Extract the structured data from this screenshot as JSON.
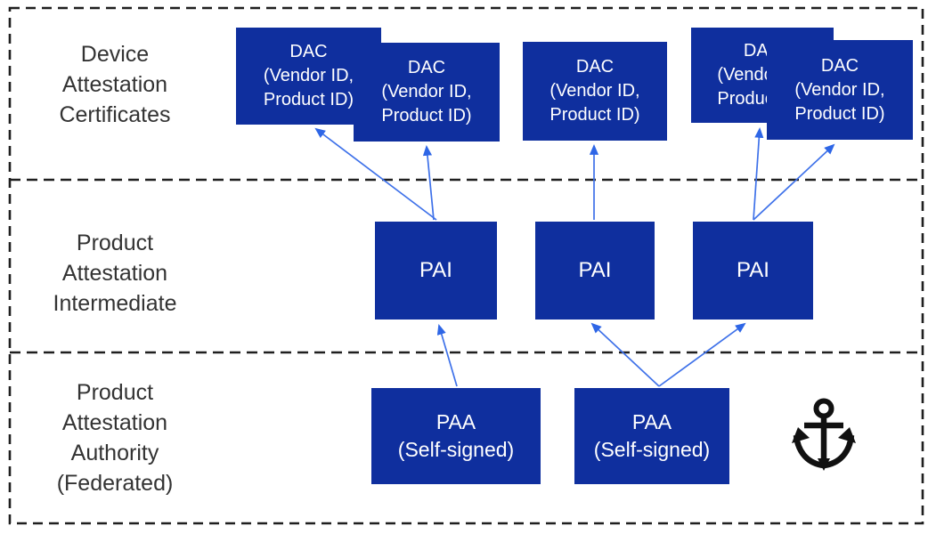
{
  "rows": [
    {
      "label_lines": [
        "Device",
        "Attestation",
        "Certificates"
      ]
    },
    {
      "label_lines": [
        "Product",
        "Attestation",
        "Intermediate"
      ]
    },
    {
      "label_lines": [
        "Product",
        "Attestation",
        "Authority",
        "(Federated)"
      ]
    }
  ],
  "dac_boxes": [
    {
      "line1": "DAC",
      "line2": "(Vendor ID,",
      "line3": "Product ID)"
    },
    {
      "line1": "DAC",
      "line2": "(Vendor ID,",
      "line3": "Product ID)"
    },
    {
      "line1": "DAC",
      "line2": "(Vendor ID,",
      "line3": "Product ID)"
    },
    {
      "line1": "DAC",
      "line2": "(Vendor ID,",
      "line3": "Product ID)"
    },
    {
      "line1": "DAC",
      "line2": "(Vendor ID,",
      "line3": "Product ID)"
    }
  ],
  "pai_boxes": [
    {
      "label": "PAI"
    },
    {
      "label": "PAI"
    },
    {
      "label": "PAI"
    }
  ],
  "paa_boxes": [
    {
      "line1": "PAA",
      "line2": "(Self-signed)"
    },
    {
      "line1": "PAA",
      "line2": "(Self-signed)"
    }
  ],
  "icons": {
    "anchor": "anchor-icon"
  },
  "colors": {
    "box_fill": "#0f2f9e",
    "box_text": "#ffffff",
    "arrow": "#3e71e9",
    "label_text": "#333333",
    "border": "#1f1f1f"
  }
}
